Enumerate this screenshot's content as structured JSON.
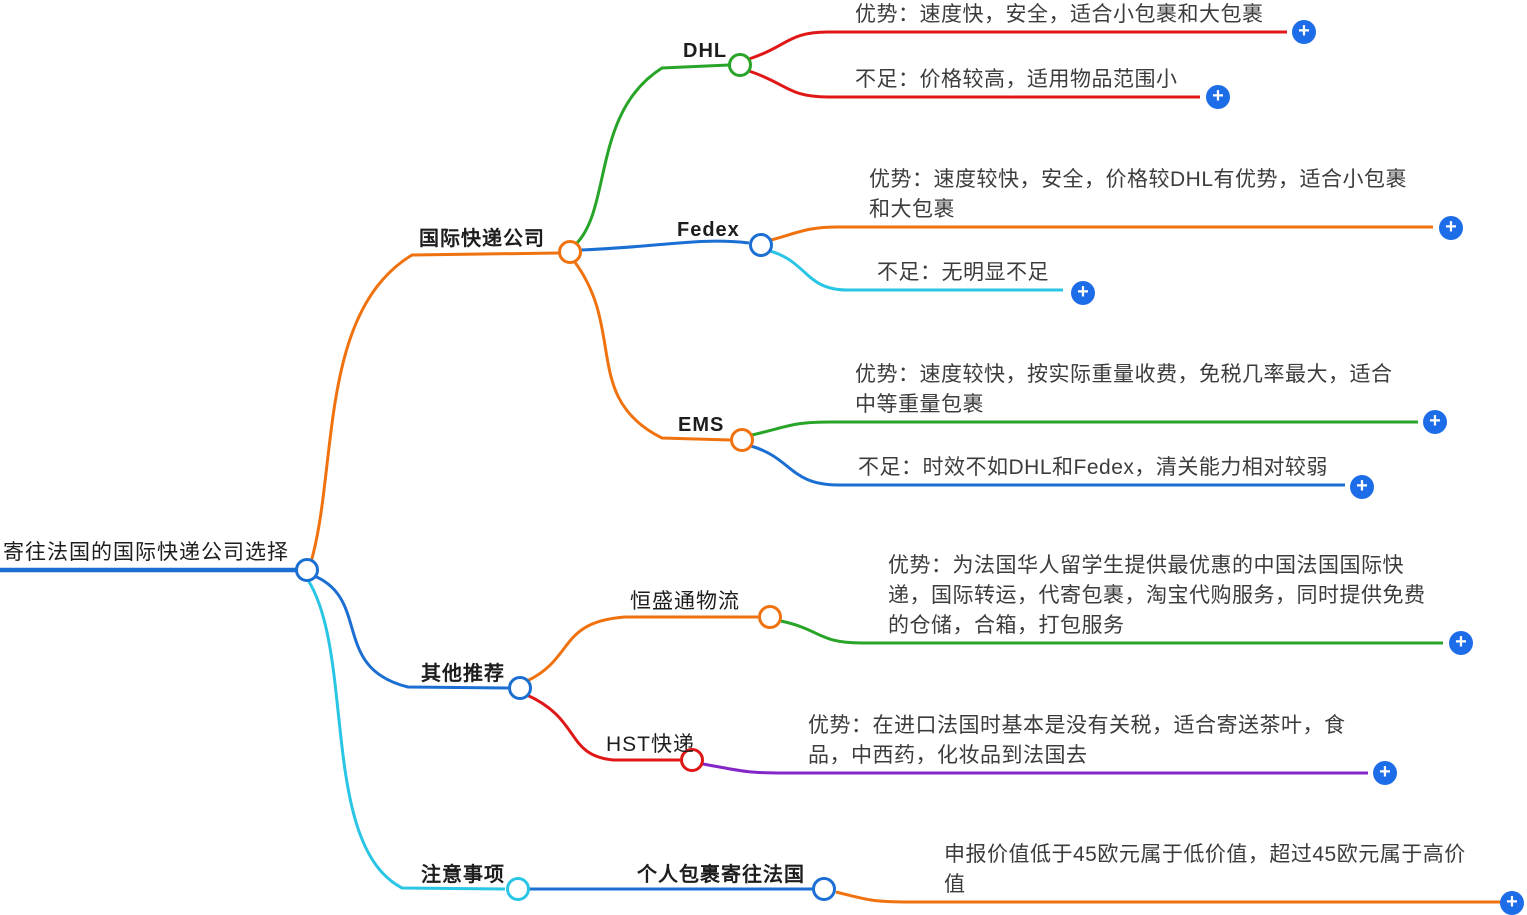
{
  "title": "寄往法国的国际快递公司选择",
  "icons": {
    "add": "+"
  },
  "colors": {
    "blue": "#1b6ed2",
    "orange": "#f0720e",
    "green": "#28a428",
    "red": "#e01717",
    "cyan": "#29c5e4",
    "purple": "#8426c8",
    "plus_button": "#1d6ce8"
  },
  "branches": {
    "express": {
      "label": "国际快递公司",
      "children": {
        "dhl": {
          "label": "DHL",
          "pros": "优势：速度快，安全，适合小包裹和大包裹",
          "cons": "不足：价格较高，适用物品范围小"
        },
        "fedex": {
          "label": "Fedex",
          "pros": "优势：速度较快，安全，价格较DHL有优势，适合小包裹\n和大包裹",
          "cons": "不足：无明显不足"
        },
        "ems": {
          "label": "EMS",
          "pros": "优势：速度较快，按实际重量收费，免税几率最大，适合\n中等重量包裹",
          "cons": "不足：时效不如DHL和Fedex，清关能力相对较弱"
        }
      }
    },
    "recommend": {
      "label": "其他推荐",
      "children": {
        "hengshengtong": {
          "label": "恒盛通物流",
          "pros": "优势：为法国华人留学生提供最优惠的中国法国国际快\n递，国际转运，代寄包裹，淘宝代购服务，同时提供免费\n的仓储，合箱，打包服务"
        },
        "hst": {
          "label": "HST快递",
          "pros": "优势：在进口法国时基本是没有关税，适合寄送茶叶，食\n品，中西药，化妆品到法国去"
        }
      }
    },
    "notice": {
      "label": "注意事项",
      "children": {
        "personal": {
          "label": "个人包裹寄往法国",
          "note": "申报价值低于45欧元属于低价值，超过45欧元属于高价\n值"
        }
      }
    }
  }
}
